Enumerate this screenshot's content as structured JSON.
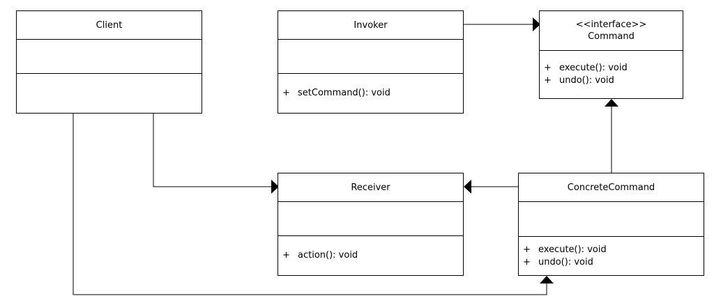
{
  "classes": {
    "client": {
      "name": "Client",
      "attributes": [],
      "operations": []
    },
    "invoker": {
      "name": "Invoker",
      "attributes": [],
      "operations": [
        {
          "visibility": "+",
          "signature": "setCommand(): void"
        }
      ]
    },
    "command": {
      "stereotype": "<<interface>>",
      "name": "Command",
      "operations": [
        {
          "visibility": "+",
          "signature": "execute(): void"
        },
        {
          "visibility": "+",
          "signature": "undo(): void"
        }
      ]
    },
    "receiver": {
      "name": "Receiver",
      "attributes": [],
      "operations": [
        {
          "visibility": "+",
          "signature": "action(): void"
        }
      ]
    },
    "concrete_command": {
      "name": "ConcreteCommand",
      "attributes": [],
      "operations": [
        {
          "visibility": "+",
          "signature": "execute(): void"
        },
        {
          "visibility": "+",
          "signature": "undo(): void"
        }
      ]
    }
  },
  "relations": [
    {
      "from": "Invoker",
      "to": "Command"
    },
    {
      "from": "ConcreteCommand",
      "to": "Command"
    },
    {
      "from": "ConcreteCommand",
      "to": "Receiver"
    },
    {
      "from": "Client",
      "to": "Receiver"
    },
    {
      "from": "Client",
      "to": "ConcreteCommand"
    }
  ],
  "colors": {
    "line": "#000000",
    "background": "#ffffff"
  }
}
